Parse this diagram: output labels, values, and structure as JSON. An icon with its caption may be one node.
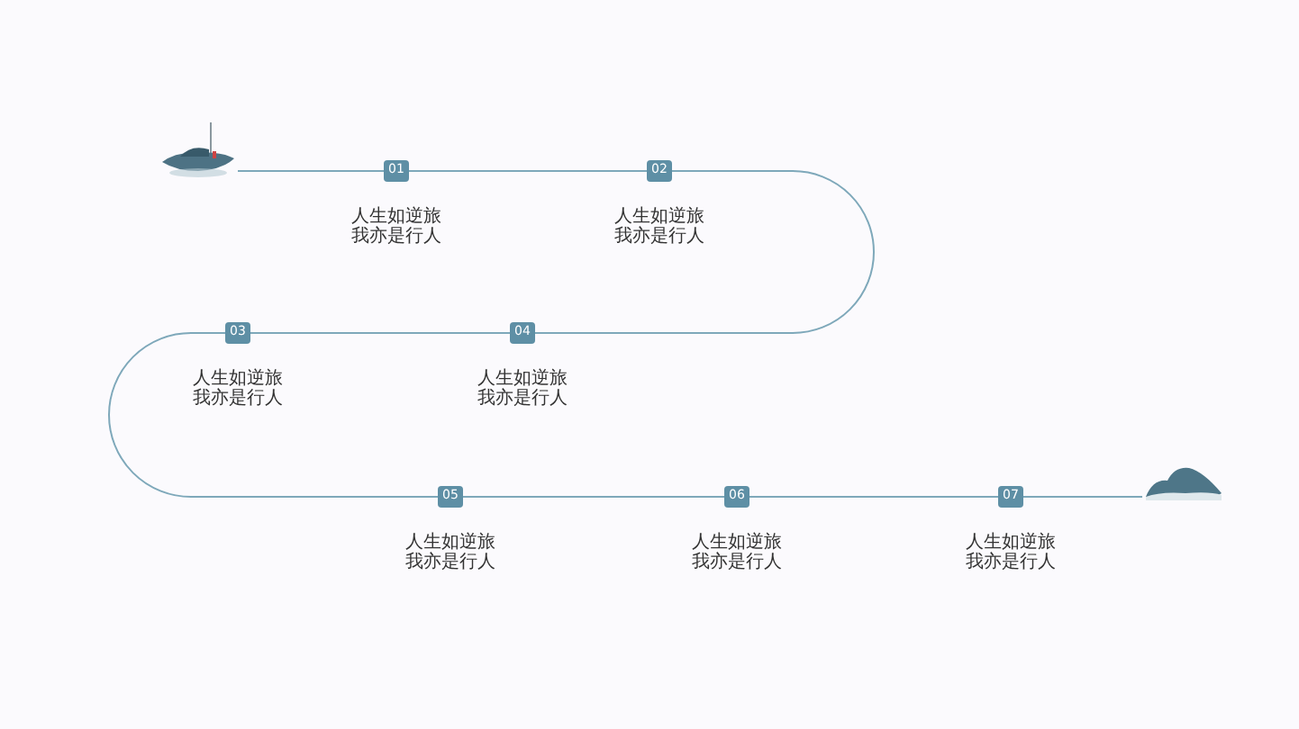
{
  "diagram": {
    "nodes": [
      {
        "text": [],
        "shape": "picture"
      },
      {
        "text": [
          "01"
        ],
        "beside": [
          "人生如逆旅我亦是行人"
        ]
      },
      {
        "text": [
          "02"
        ],
        "beside": [
          "人生如逆旅我亦是行人"
        ]
      },
      {
        "text": [
          "03"
        ],
        "beside": [
          "人生如逆旅我亦是行人"
        ]
      },
      {
        "text": [
          "04"
        ],
        "beside": [
          "人生如逆旅我亦是行人"
        ]
      },
      {
        "text": [
          "05"
        ],
        "beside": [
          "人生如逆旅我亦是行人"
        ]
      },
      {
        "text": [
          "06"
        ],
        "beside": [
          "人生如逆旅我亦是行人"
        ]
      },
      {
        "text": [
          "07"
        ],
        "beside": [
          "人生如逆旅我亦是行人"
        ]
      },
      {
        "text": [],
        "shape": "picture"
      }
    ],
    "edges": [
      {
        "from": 0,
        "to": 1,
        "arrow": "none"
      },
      {
        "from": 1,
        "to": 2,
        "arrow": "none"
      },
      {
        "from": 2,
        "to": 4,
        "arrow": "none"
      },
      {
        "from": 4,
        "to": 3,
        "arrow": "none"
      },
      {
        "from": 3,
        "to": 5,
        "arrow": "none"
      },
      {
        "from": 5,
        "to": 6,
        "arrow": "none"
      },
      {
        "from": 6,
        "to": 7,
        "arrow": "none"
      },
      {
        "from": 7,
        "to": 8,
        "arrow": "none"
      }
    ]
  }
}
